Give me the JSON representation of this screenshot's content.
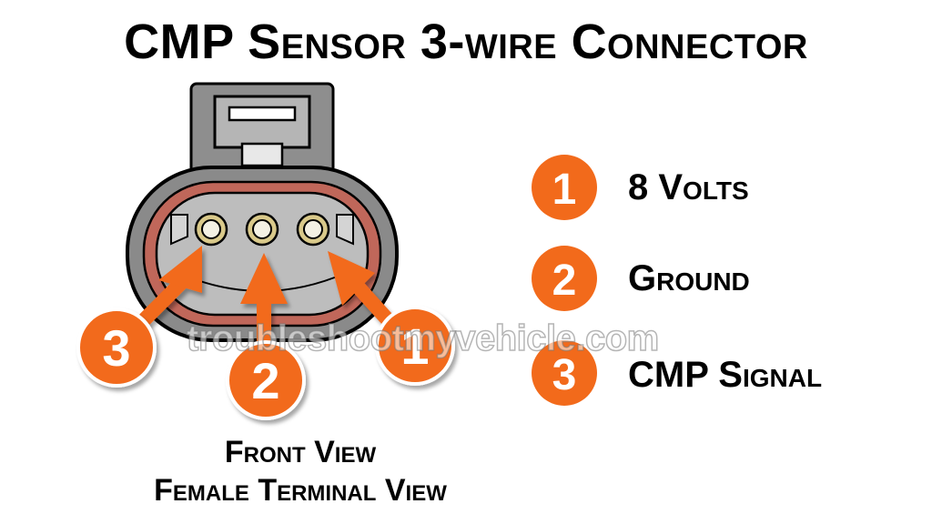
{
  "title": "CMP Sensor 3-wire Connector",
  "colors": {
    "accent": "#f26a1b",
    "connector_body": "#8a8a8a",
    "connector_face": "#bdbdbd",
    "seal": "#c0675a",
    "pin_ring": "#d9c98a"
  },
  "connector": {
    "pins": [
      "1",
      "2",
      "3"
    ]
  },
  "legend": [
    {
      "number": "1",
      "label": "8 Volts"
    },
    {
      "number": "2",
      "label": "Ground"
    },
    {
      "number": "3",
      "label": "CMP Signal"
    }
  ],
  "caption": {
    "line1": "Front View",
    "line2": "Female Terminal View"
  },
  "watermark": "troubleshootmyvehicle.com"
}
